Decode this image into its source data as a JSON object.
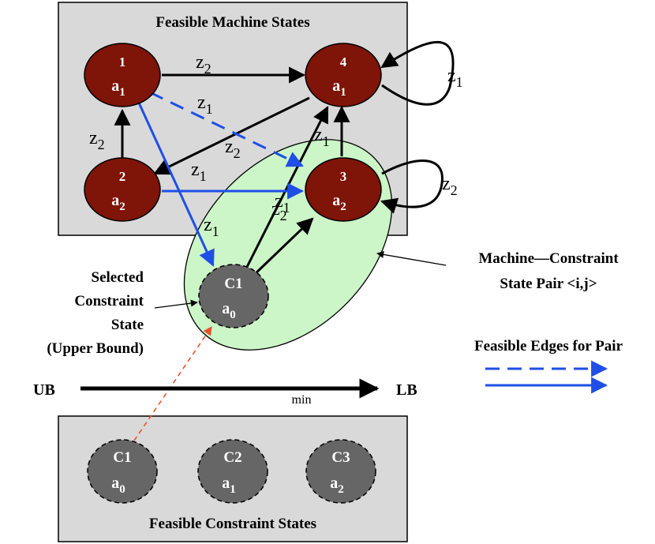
{
  "panels": {
    "machine_title": "Feasible Machine States",
    "constraint_title": "Feasible Constraint States"
  },
  "machine_states": [
    {
      "id": "1",
      "action": "a",
      "sub": "1"
    },
    {
      "id": "2",
      "action": "a",
      "sub": "2"
    },
    {
      "id": "3",
      "action": "a",
      "sub": "2"
    },
    {
      "id": "4",
      "action": "a",
      "sub": "1"
    }
  ],
  "selected_constraint": {
    "id": "C1",
    "action": "a",
    "sub": "0"
  },
  "constraint_states": [
    {
      "id": "C1",
      "action": "a",
      "sub": "0"
    },
    {
      "id": "C2",
      "action": "a",
      "sub": "1"
    },
    {
      "id": "C3",
      "action": "a",
      "sub": "2"
    }
  ],
  "edge_labels": {
    "z": "z",
    "one": "1",
    "two": "2"
  },
  "annotations": {
    "pair_line1": "Machine—Constraint",
    "pair_line2": "State Pair <i,j>",
    "selected_line1": "Selected",
    "selected_line2": "Constraint",
    "selected_line3": "State",
    "selected_line4": "(Upper Bound)",
    "legend_title": "Feasible Edges for Pair",
    "ub": "UB",
    "lb": "LB",
    "min": "min"
  },
  "colors": {
    "panel_fill": "#d9d9d9",
    "machine_node": "#7f1408",
    "constraint_node": "#666666",
    "pair_fill": "#ccf5c8",
    "blue_edge": "#1f4fe6",
    "red_edge": "#e8522a"
  }
}
